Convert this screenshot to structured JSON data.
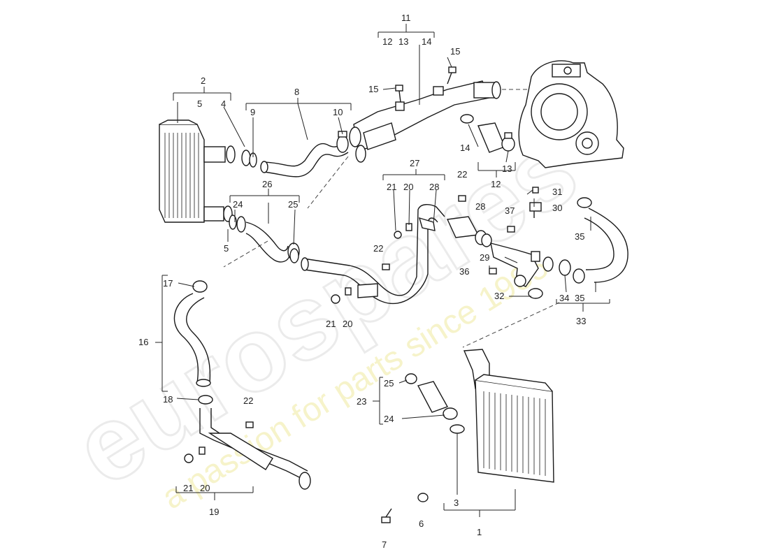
{
  "watermark": {
    "brand": "eurospares",
    "tagline": "a passion for parts since 1985"
  },
  "callouts": {
    "c1": "1",
    "c2": "2",
    "c3": "3",
    "c4": "4",
    "c5a": "5",
    "c5b": "5",
    "c6": "6",
    "c7": "7",
    "c8": "8",
    "c9": "9",
    "c10": "10",
    "c11": "11",
    "c12a": "12",
    "c12b": "12",
    "c13a": "13",
    "c13b": "13",
    "c14a": "14",
    "c14b": "14",
    "c15a": "15",
    "c15b": "15",
    "c16": "16",
    "c17": "17",
    "c18": "18",
    "c19": "19",
    "c20a": "20",
    "c20b": "20",
    "c20c": "20",
    "c21a": "21",
    "c21b": "21",
    "c21c": "21",
    "c22a": "22",
    "c22b": "22",
    "c22c": "22",
    "c23": "23",
    "c24a": "24",
    "c24b": "24",
    "c25a": "25",
    "c25b": "25",
    "c26": "26",
    "c27": "27",
    "c28a": "28",
    "c28b": "28",
    "c29": "29",
    "c30": "30",
    "c31": "31",
    "c32": "32",
    "c33": "33",
    "c34": "34",
    "c35a": "35",
    "c35b": "35",
    "c36": "36",
    "c37": "37"
  }
}
